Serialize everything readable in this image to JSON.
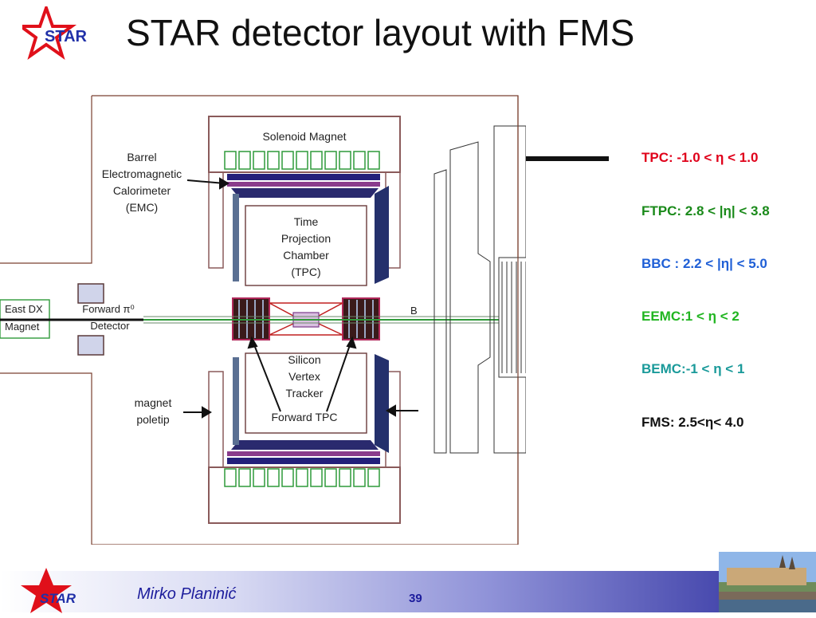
{
  "slide": {
    "title": "STAR detector layout with FMS",
    "logo_text": "STAR",
    "author": "Mirko Planinić",
    "page_number": "39"
  },
  "diagram": {
    "labels": {
      "solenoid": "Solenoid Magnet",
      "emc_line1": "Barrel",
      "emc_line2": "Electromagnetic",
      "emc_line3": "Calorimeter",
      "emc_line4": "(EMC)",
      "tpc_line1": "Time",
      "tpc_line2": "Projection",
      "tpc_line3": "Chamber",
      "tpc_line4": "(TPC)",
      "eastdx_line1": "East DX",
      "eastdx_line2": "Magnet",
      "fpd_line1": "Forward π⁰",
      "fpd_line2": "Detector",
      "b_label": "B",
      "svt_line1": "Silicon",
      "svt_line2": "Vertex",
      "svt_line3": "Tracker",
      "ftpc": "Forward TPC",
      "poletip_line1": "magnet",
      "poletip_line2": "poletip"
    }
  },
  "coverage": [
    {
      "text": "TPC: -1.0 < η < 1.0",
      "color": "#e0001a"
    },
    {
      "text": "FTPC: 2.8 < |η| < 3.8",
      "color": "#1a8a1a"
    },
    {
      "text": "BBC : 2.2 < |η| < 5.0",
      "color": "#1f5fd6"
    },
    {
      "text": "EEMC:1 < η < 2",
      "color": "#21b521"
    },
    {
      "text": "BEMC:-1 < η < 1",
      "color": "#1a9a9a"
    },
    {
      "text": "FMS: 2.5<η< 4.0",
      "color": "#111111"
    }
  ],
  "colors": {
    "star_red": "#e0101a",
    "star_blue": "#2030a8",
    "footer_dark": "#2a2b9c"
  }
}
